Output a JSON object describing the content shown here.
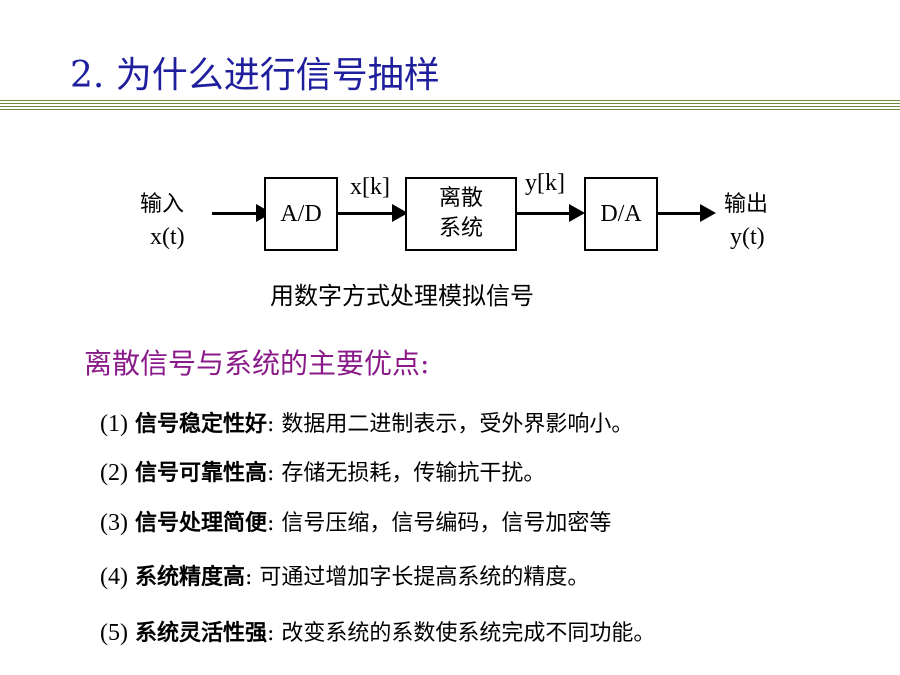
{
  "slide": {
    "title": "2. 为什么进行信号抽样",
    "diagram": {
      "input_label": "输入",
      "input_signal": "x(t)",
      "ad_label": "A/D",
      "xk_label": "x[k]",
      "system_line1": "离散",
      "system_line2": "系统",
      "yk_label": "y[k]",
      "da_label": "D/A",
      "output_label": "输出",
      "output_signal": "y(t)"
    },
    "caption": "用数字方式处理模拟信号",
    "subheading": "离散信号与系统的主要优点:",
    "items": [
      {
        "num": "(1)",
        "key": "信号稳定性好",
        "desc": ":  数据用二进制表示，受外界影响小。"
      },
      {
        "num": "(2)",
        "key": "信号可靠性高",
        "desc": ":  存储无损耗，传输抗干扰。"
      },
      {
        "num": "(3)",
        "key": "信号处理简便",
        "desc": ":  信号压缩，信号编码，信号加密等"
      },
      {
        "num": "(4)",
        "key": "系统精度高",
        "desc": ":   可通过增加字长提高系统的精度。"
      },
      {
        "num": "(5)",
        "key": "系统灵活性强",
        "desc": ":  改变系统的系数使系统完成不同功能。"
      }
    ],
    "colors": {
      "title": "#1f1f9e",
      "subheading": "#8a1a8a",
      "rule": "#6a8a3c"
    }
  }
}
